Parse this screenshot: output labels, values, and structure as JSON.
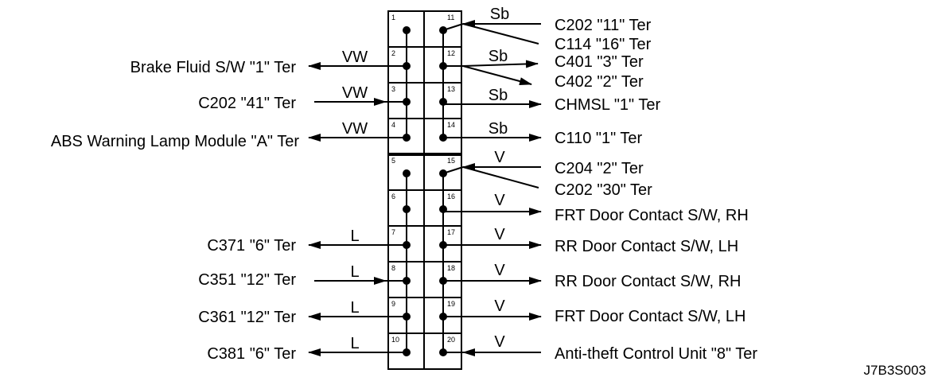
{
  "figure_code": "J7B3S003",
  "colors": {
    "ink": "#000000",
    "background": "#ffffff"
  },
  "terminals": [
    {
      "left": "1",
      "right": "11"
    },
    {
      "left": "2",
      "right": "12"
    },
    {
      "left": "3",
      "right": "13"
    },
    {
      "left": "4",
      "right": "14"
    },
    {
      "left": "5",
      "right": "15"
    },
    {
      "left": "6",
      "right": "16"
    },
    {
      "left": "7",
      "right": "17"
    },
    {
      "left": "8",
      "right": "18"
    },
    {
      "left": "9",
      "right": "19"
    },
    {
      "left": "10",
      "right": "20"
    }
  ],
  "left_connections": [
    {
      "pin": "2",
      "wire": "VW",
      "label": "Brake Fluid S/W  \"1\" Ter",
      "direction": "out"
    },
    {
      "pin": "3",
      "wire": "VW",
      "label": "C202  \"41\" Ter",
      "direction": "in"
    },
    {
      "pin": "4",
      "wire": "VW",
      "label": "ABS Warning Lamp Module \"A\" Ter",
      "direction": "out"
    },
    {
      "pin": "7",
      "wire": "L",
      "label": "C371  \"6\" Ter",
      "direction": "out"
    },
    {
      "pin": "8",
      "wire": "L",
      "label": "C351  \"12\" Ter",
      "direction": "in"
    },
    {
      "pin": "9",
      "wire": "L",
      "label": "C361  \"12\" Ter",
      "direction": "out"
    },
    {
      "pin": "10",
      "wire": "L",
      "label": "C381  \"6\" Ter",
      "direction": "out"
    }
  ],
  "right_connections": [
    {
      "pin": "11",
      "wire": "Sb",
      "labels": [
        "C202  \"11\" Ter",
        "C114 \"16\" Ter"
      ],
      "direction": "in"
    },
    {
      "pin": "12",
      "wire": "Sb",
      "labels": [
        "C401  \"3\" Ter",
        "C402  \"2\" Ter"
      ],
      "direction": "out"
    },
    {
      "pin": "13",
      "wire": "Sb",
      "labels": [
        "CHMSL  \"1\" Ter"
      ],
      "direction": "out"
    },
    {
      "pin": "14",
      "wire": "Sb",
      "labels": [
        "C110  \"1\" Ter"
      ],
      "direction": "out"
    },
    {
      "pin": "15",
      "wire": "V",
      "labels": [
        "C204  \"2\" Ter",
        "C202  \"30\" Ter"
      ],
      "direction": "in"
    },
    {
      "pin": "16",
      "wire": "V",
      "labels": [
        "FRT Door Contact S/W, RH"
      ],
      "direction": "out"
    },
    {
      "pin": "17",
      "wire": "V",
      "labels": [
        "RR Door  Contact S/W, LH"
      ],
      "direction": "out"
    },
    {
      "pin": "18",
      "wire": "V",
      "labels": [
        "RR Door Contact S/W, RH"
      ],
      "direction": "out"
    },
    {
      "pin": "19",
      "wire": "V",
      "labels": [
        "FRT Door  Contact S/W, LH"
      ],
      "direction": "out"
    },
    {
      "pin": "20",
      "wire": "V",
      "labels": [
        "Anti-theft Control Unit  \"8\" Ter"
      ],
      "direction": "in"
    }
  ]
}
